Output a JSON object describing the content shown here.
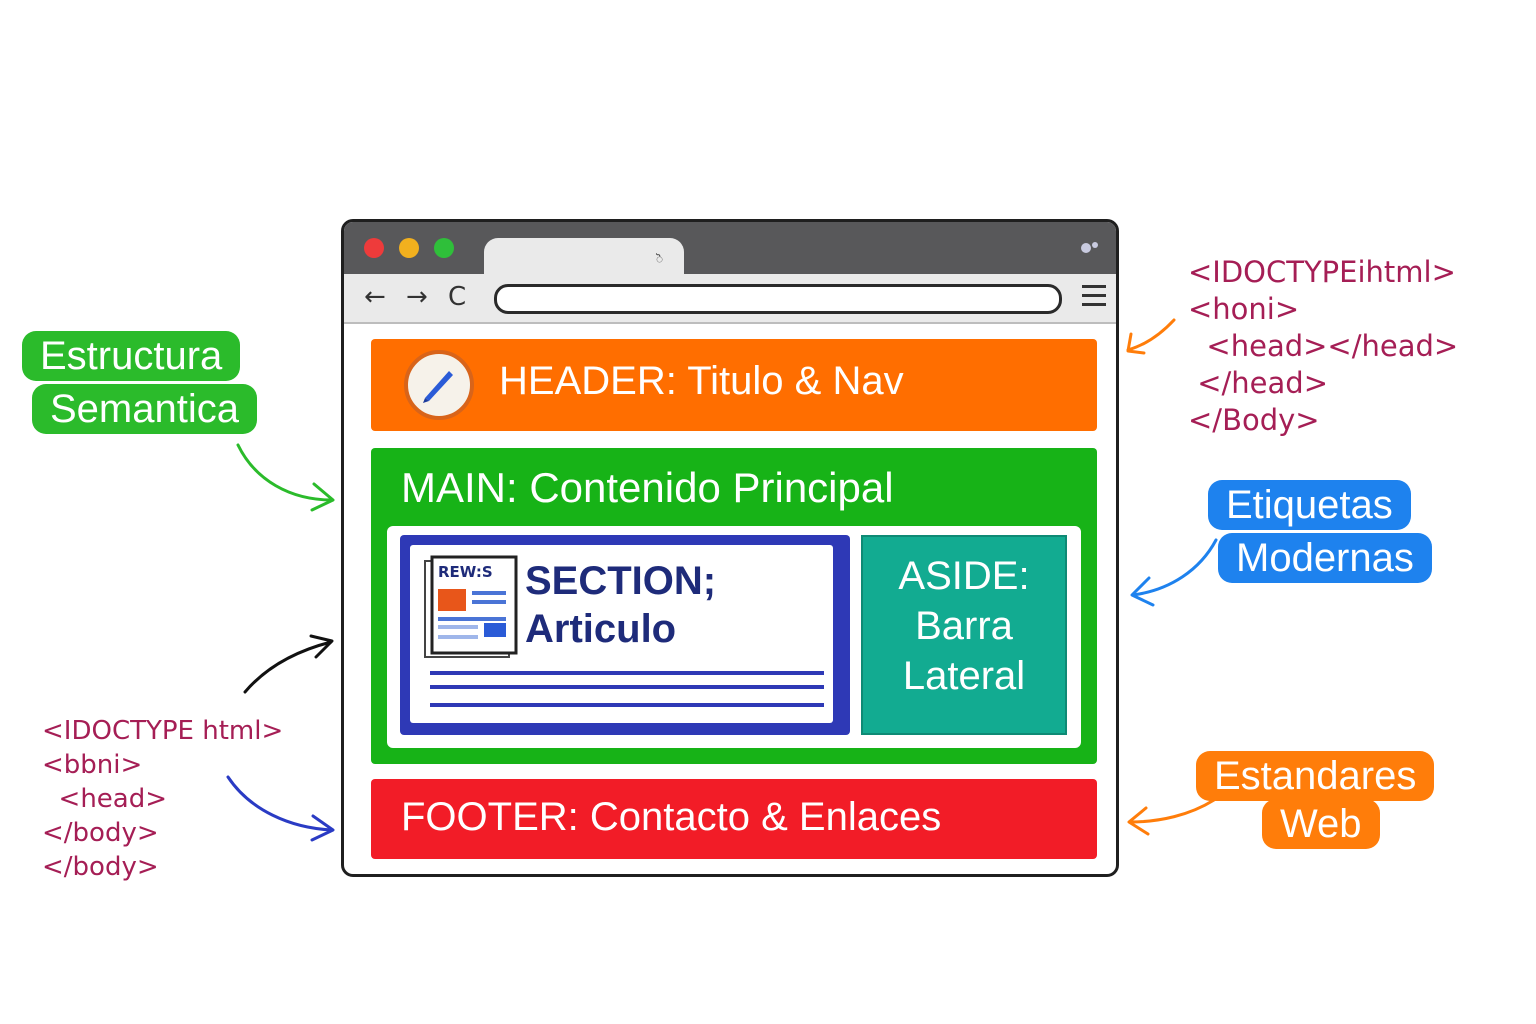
{
  "browser": {
    "controls": [
      "close",
      "minimize",
      "maximize"
    ],
    "nav_icons": [
      "back-arrow-icon",
      "forward-arrow-icon",
      "reload-icon"
    ],
    "nav_glyphs": {
      "back": "←",
      "forward": "→",
      "reload": "C"
    },
    "address_bar_value": "",
    "tab_mark": "ॆ"
  },
  "layout": {
    "header": {
      "label": "HEADER: Titulo & Nav",
      "color": "#ff6e00"
    },
    "main": {
      "label": "MAIN: Contenido Principal",
      "color": "#17b317"
    },
    "section": {
      "line1": "SECTION;",
      "line2": "Articulo",
      "icon_text": "REW:S",
      "color": "#2e39b6"
    },
    "aside": {
      "line1": "ASIDE:",
      "line2": "Barra",
      "line3": "Lateral",
      "color": "#12ab91"
    },
    "footer": {
      "label": "FOOTER: Contacto & Enlaces",
      "color": "#f21c27"
    }
  },
  "callouts": {
    "estructura": {
      "line1": "Estructura",
      "line2": "Semantica",
      "color": "#2bbb2b"
    },
    "etiquetas": {
      "line1": "Etiquetas",
      "line2": "Modernas",
      "color": "#1e82ee"
    },
    "estandares": {
      "line1": "Estandares",
      "line2": "Web",
      "color": "#ff7d0a"
    }
  },
  "code_right": [
    "<IDOCTYPEihtml>",
    "<honi>",
    "  <head></head>",
    " </head>",
    "</Body>"
  ],
  "code_left": [
    "<IDOCTYPE html>",
    "<bbni>",
    "  <head>",
    "</body>",
    "</body>"
  ]
}
